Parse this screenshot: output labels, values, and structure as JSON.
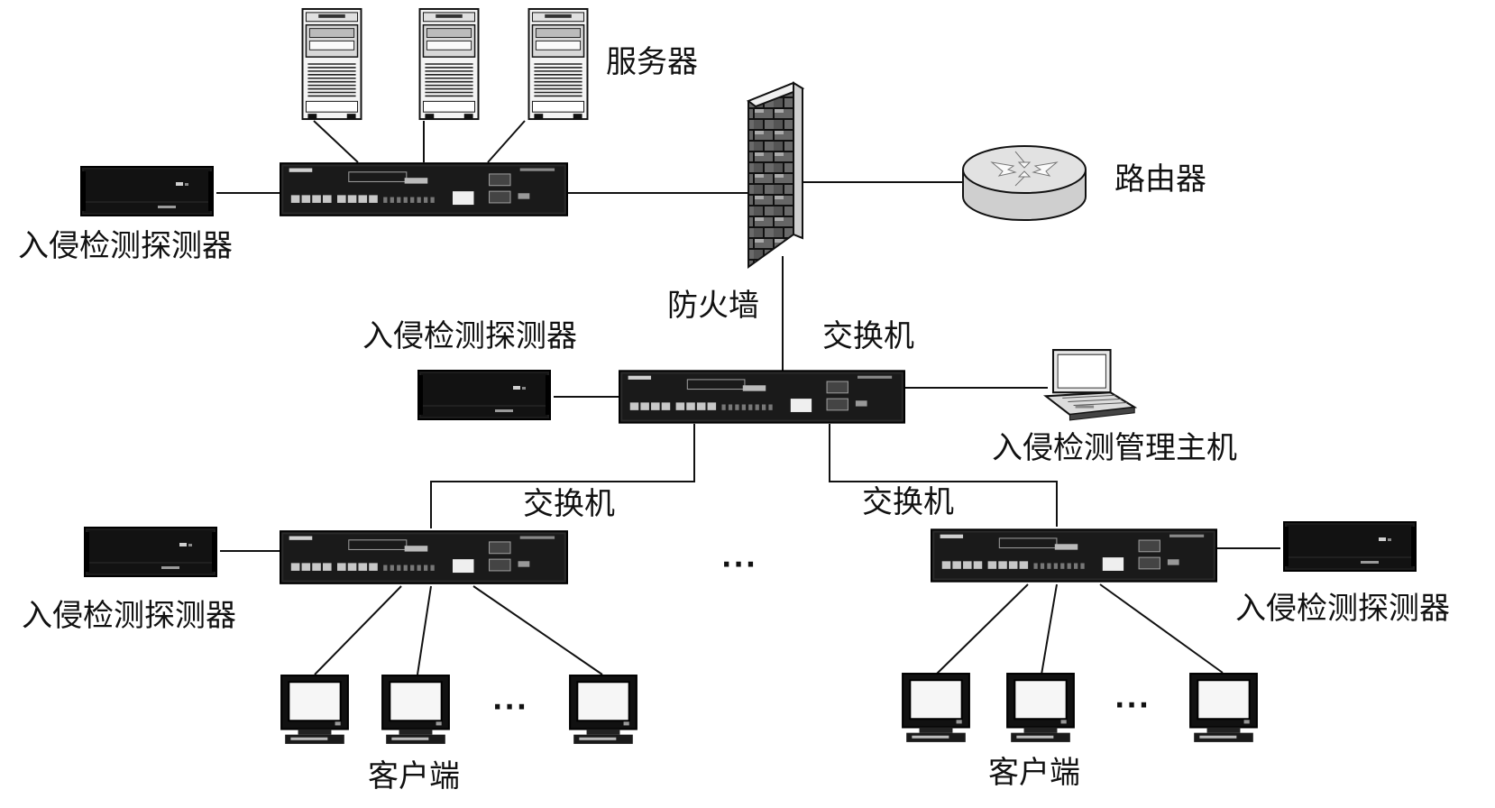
{
  "labels": {
    "servers": "服务器",
    "router": "路由器",
    "firewall": "防火墙",
    "switch_core": "交换机",
    "switch_left": "交换机",
    "switch_right": "交换机",
    "ids_probe_top": "入侵检测探测器",
    "ids_probe_mid": "入侵检测探测器",
    "ids_probe_left": "入侵检测探测器",
    "ids_probe_right": "入侵检测探测器",
    "ids_manager": "入侵检测管理主机",
    "clients_left": "客户端",
    "clients_right": "客户端"
  },
  "ellipsis": {
    "switches": "···",
    "clients_left": "···",
    "clients_right": "···"
  },
  "icons": {
    "server": "server-tower-icon",
    "switch": "network-switch-icon",
    "probe": "ids-probe-icon",
    "firewall": "firewall-wall-icon",
    "router": "router-icon",
    "laptop": "laptop-icon",
    "monitor": "crt-monitor-icon"
  }
}
